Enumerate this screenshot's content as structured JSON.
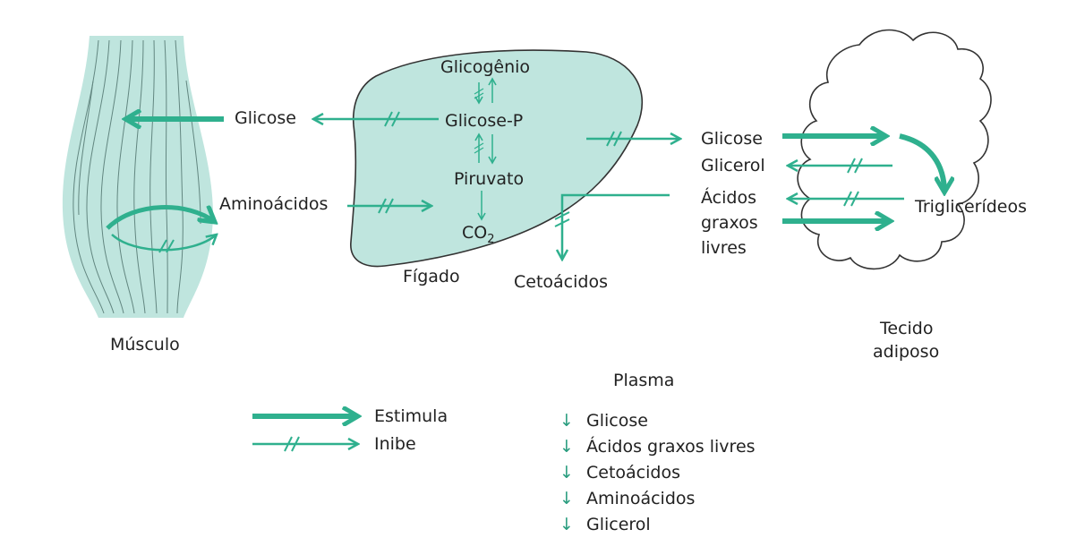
{
  "labels": {
    "muscle": "Músculo",
    "liver": "Fígado",
    "adipose_line1": "Tecido",
    "adipose_line2": "adiposo",
    "glicose_muscle": "Glicose",
    "aminoacidos": "Aminoácidos",
    "glicogenio": "Glicogênio",
    "glicose_p": "Glicose-P",
    "piruvato": "Piruvato",
    "co2_base": "CO",
    "co2_sub": "2",
    "cetoacidos": "Cetoácidos",
    "glicose_adipose": "Glicose",
    "glicerol": "Glicerol",
    "acidos_line1": "Ácidos",
    "acidos_line2": "graxos",
    "acidos_line3": "livres",
    "triglicerideos": "Triglicerídeos"
  },
  "legend": {
    "stimulates": "Estimula",
    "inhibits": "Inibe"
  },
  "plasma": {
    "title": "Plasma",
    "arrow": "↓",
    "items": [
      "Glicose",
      "Ácidos graxos livres",
      "Cetoácidos",
      "Aminoácidos",
      "Glicerol"
    ]
  },
  "colors": {
    "arrow": "#2fb08e",
    "fill": "#bfe5de",
    "outline": "#333333"
  }
}
